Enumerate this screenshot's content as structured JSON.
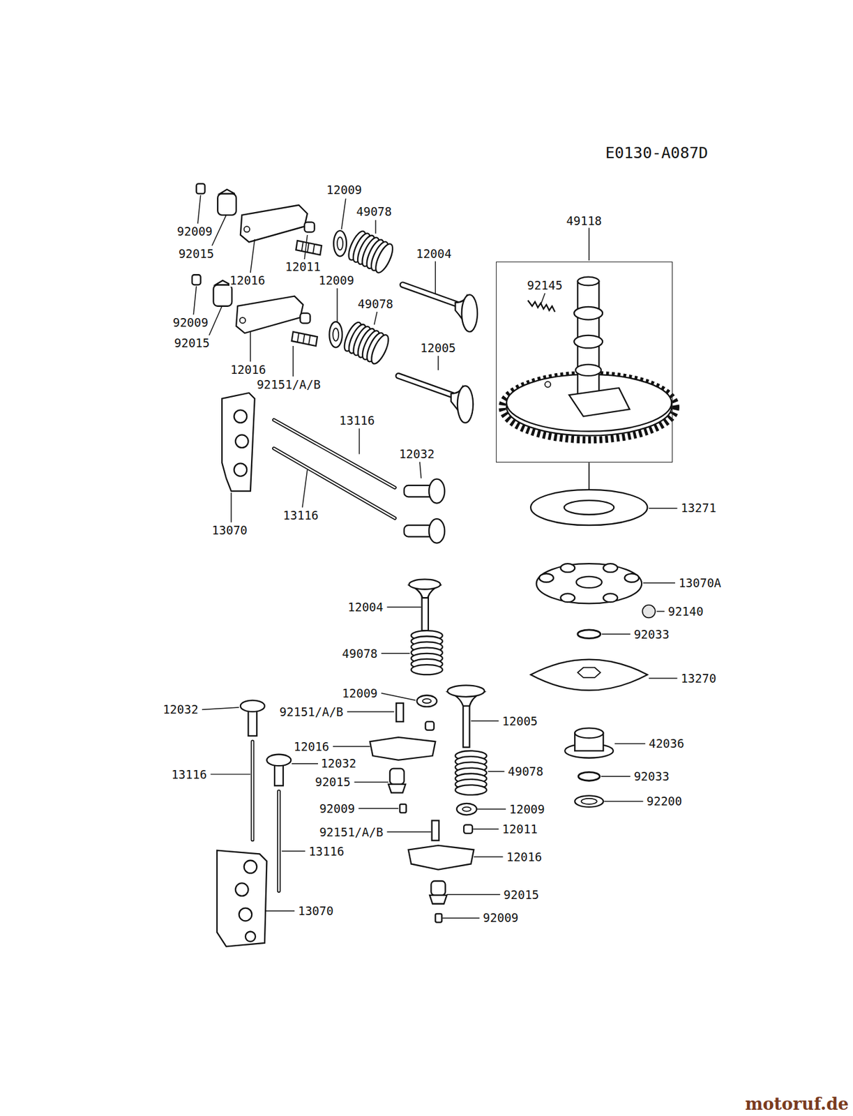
{
  "diagram": {
    "nodes": [
      {
        "text": [
          "49118"
        ]
      }
    ],
    "labels": [
      "E0130-A087D",
      "12009",
      "49078",
      "92009",
      "12004",
      "92015",
      "12016",
      "12011",
      "12009",
      "49078",
      "92009",
      "12005",
      "92015",
      "12016",
      "92151/A/B",
      "13116",
      "12032",
      "13070",
      "13116",
      "92145",
      "13271",
      "13070A",
      "92140",
      "92033",
      "12004",
      "49078",
      "12009",
      "92151/A/B",
      "12032",
      "12005",
      "13270",
      "12016",
      "12032",
      "42036",
      "13116",
      "92015",
      "49078",
      "92033",
      "92200",
      "92009",
      "12009",
      "92151/A/B",
      "12011",
      "13116",
      "12016",
      "13070",
      "92015",
      "92009",
      "motoruf.de"
    ]
  }
}
